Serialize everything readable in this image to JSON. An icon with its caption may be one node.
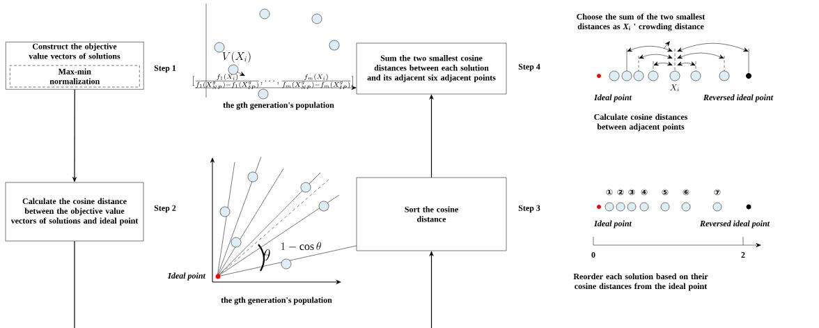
{
  "diagram": {
    "nodes": [
      {
        "text": [
          "Construct the objective value vectors of solutions"
        ],
        "beside": [
          "Step 1"
        ]
      },
      {
        "text": [
          "Max-min normalization"
        ],
        "in": 0
      },
      {
        "text": [
          "Calculate the cosine distance between the objective value vectors of solutions and ideal point"
        ],
        "beside": [
          "Step 2"
        ]
      },
      {
        "text": [
          "Sort the cosine distance"
        ],
        "beside": [
          "Step 3"
        ]
      },
      {
        "text": [
          "Sum the two smallest cosine distances between each solution and its adjacent six adjacent points"
        ],
        "beside": [
          "Step 4"
        ]
      }
    ],
    "edges": [
      {
        "from": 0,
        "to": 2,
        "arrow": "to"
      },
      {
        "from": 2,
        "to": null,
        "arrow": "none"
      },
      {
        "from": null,
        "to": 3,
        "arrow": "to"
      },
      {
        "from": 3,
        "to": 4,
        "arrow": "to"
      }
    ],
    "labels": [
      "V(X_i)",
      "[\\frac{f_1(X_i)}{f_1(X_{NP}^g)-f_1(X_{IP}^g)},\\cdots,\\frac{f_m(X_i)}{f_m(X_{NP}^g)-f_m(X_{IP}^g)}]",
      "the gth generation's population",
      "Choose the sum of the two smallest distances as *X*$_{i}$ ' crowding distance",
      "X_i",
      "Ideal point",
      "Reversed ideal point",
      "Calculate cosine distances between adjacent points",
      "\\theta",
      "1-\\cos\\theta",
      "Ideal point",
      "the gth generation's population",
      "①",
      "②",
      "③",
      "④",
      "⑤",
      "⑥",
      "⑦",
      "Ideal point",
      "Reversed ideal point",
      "0",
      "2",
      "Reorder each solution based on their cosine distances from the ideal point"
    ]
  }
}
